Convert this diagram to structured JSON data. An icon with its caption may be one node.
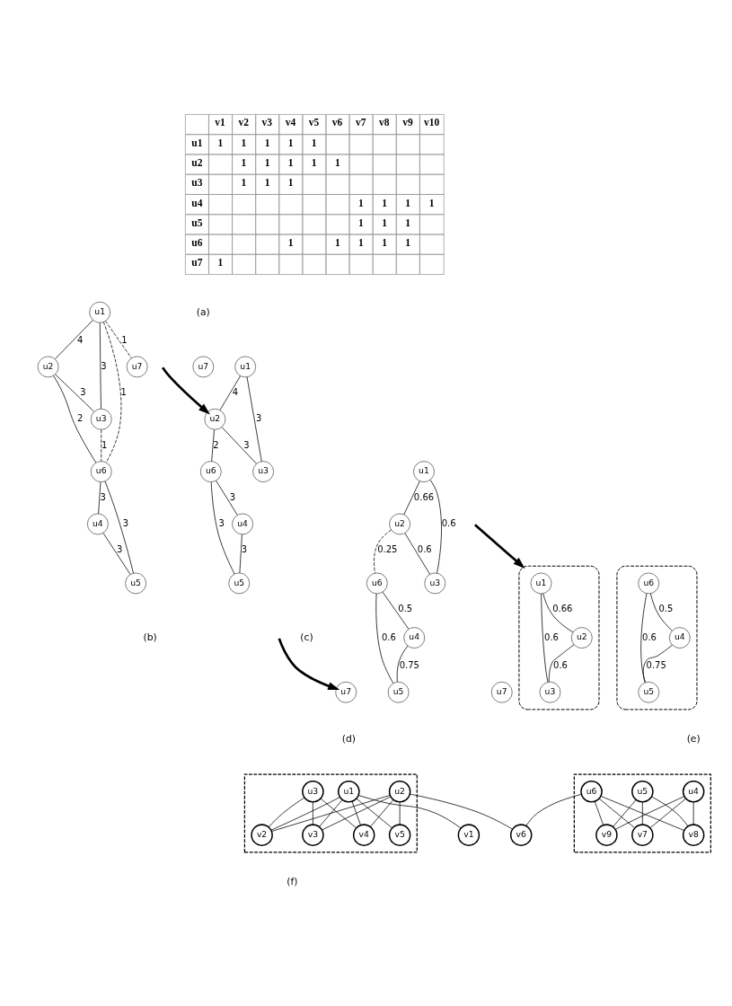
{
  "diagram": {
    "nodes": [
      {
        "text": [
          "u7"
        ]
      },
      {
        "text": [
          "u1"
        ]
      },
      {
        "text": [
          "u4"
        ]
      },
      {
        "text": [
          "u2"
        ]
      },
      {
        "text": [
          "u6"
        ]
      },
      {
        "text": [
          "u3"
        ]
      },
      {
        "text": [
          "u5"
        ]
      },
      {
        "text": [
          "u7"
        ]
      },
      {
        "text": [
          "u1"
        ]
      },
      {
        "text": [
          "u4"
        ]
      },
      {
        "text": [
          "u2"
        ]
      },
      {
        "text": [
          "u6"
        ]
      },
      {
        "text": [
          "u3"
        ]
      },
      {
        "text": [
          "u5"
        ]
      },
      {
        "text": [
          "u7"
        ]
      },
      {
        "text": [
          "u1"
        ]
      },
      {
        "text": [
          "u4"
        ]
      },
      {
        "text": [
          "u2"
        ]
      },
      {
        "text": [
          "u6"
        ]
      },
      {
        "text": [
          "u3"
        ]
      },
      {
        "text": [
          "u5"
        ]
      },
      {
        "text": [],
        "shape": "cloud"
      },
      {
        "text": [
          "u1"
        ],
        "in": 21
      },
      {
        "text": [
          "u7"
        ]
      },
      {
        "text": [],
        "shape": "cloud"
      },
      {
        "text": [
          "u4"
        ],
        "in": 24
      },
      {
        "text": [
          "u2"
        ],
        "in": 21
      },
      {
        "text": [
          "u6"
        ],
        "in": 24
      },
      {
        "text": [
          "u3"
        ],
        "in": 21
      },
      {
        "text": [
          "u5"
        ],
        "in": 24
      },
      {
        "text": [],
        "shape": "box"
      },
      {
        "text": [
          "u1"
        ],
        "in": 30
      },
      {
        "text": [
          "u2"
        ],
        "in": 30
      },
      {
        "text": [
          "u3"
        ],
        "in": 30
      },
      {
        "text": [],
        "shape": "box"
      },
      {
        "text": [
          "u4"
        ],
        "in": 34
      },
      {
        "text": [
          "u5"
        ],
        "in": 34
      },
      {
        "text": [
          "u6"
        ],
        "in": 34
      },
      {
        "text": [
          "v1"
        ]
      },
      {
        "text": [
          "v5"
        ],
        "in": 30
      },
      {
        "text": [
          "v2"
        ],
        "in": 30
      },
      {
        "text": [
          "v3"
        ],
        "in": 30
      },
      {
        "text": [
          "v4"
        ],
        "in": 30
      },
      {
        "text": [
          "v6"
        ]
      },
      {
        "text": [
          "v7"
        ],
        "in": 34
      },
      {
        "text": [
          "v8"
        ],
        "in": 34
      },
      {
        "text": [
          "v9"
        ],
        "in": 34
      }
    ],
    "edges": [
      {
        "from": 1,
        "to": 0,
        "arrow": "none",
        "label": "1",
        "style": "dashed"
      },
      {
        "from": 1,
        "to": 3,
        "arrow": "none",
        "label": "4"
      },
      {
        "from": 1,
        "to": 5,
        "arrow": "none",
        "label": "3"
      },
      {
        "from": 1,
        "to": 4,
        "arrow": "none",
        "label": "1",
        "style": "dashed"
      },
      {
        "from": 3,
        "to": 4,
        "arrow": "none",
        "label": "2"
      },
      {
        "from": 3,
        "to": 5,
        "arrow": "none",
        "label": "3"
      },
      {
        "from": 5,
        "to": 4,
        "arrow": "none",
        "label": "1",
        "style": "dashed"
      },
      {
        "from": 4,
        "to": 2,
        "arrow": "none",
        "label": "3"
      },
      {
        "from": 2,
        "to": 6,
        "arrow": "none",
        "label": "3"
      },
      {
        "from": 4,
        "to": 6,
        "arrow": "none",
        "label": "3"
      },
      {
        "from": null,
        "to": 10,
        "arrow": "to",
        "style": "thick"
      },
      {
        "from": 8,
        "to": 10,
        "arrow": "none",
        "label": "4"
      },
      {
        "from": 8,
        "to": 12,
        "arrow": "none",
        "label": "3"
      },
      {
        "from": 10,
        "to": 11,
        "arrow": "none",
        "label": "2"
      },
      {
        "from": 10,
        "to": 12,
        "arrow": "none",
        "label": "3"
      },
      {
        "from": 11,
        "to": 9,
        "arrow": "none",
        "label": "3"
      },
      {
        "from": 9,
        "to": 13,
        "arrow": "none",
        "label": "3"
      },
      {
        "from": 11,
        "to": 13,
        "arrow": "none",
        "label": "3"
      },
      {
        "from": null,
        "to": 14,
        "arrow": "to",
        "style": "thick"
      },
      {
        "from": 15,
        "to": 17,
        "arrow": "none",
        "label": "0.66"
      },
      {
        "from": 15,
        "to": 19,
        "arrow": "none",
        "label": "0.6"
      },
      {
        "from": 17,
        "to": 18,
        "arrow": "none",
        "label": "0.25",
        "style": "dashed"
      },
      {
        "from": 17,
        "to": 19,
        "arrow": "none",
        "label": "0.6"
      },
      {
        "from": 18,
        "to": 16,
        "arrow": "none",
        "label": "0.5"
      },
      {
        "from": 16,
        "to": 20,
        "arrow": "none",
        "label": "0.75"
      },
      {
        "from": 18,
        "to": 20,
        "arrow": "none",
        "label": "0.6"
      },
      {
        "from": null,
        "to": 21,
        "arrow": "to",
        "style": "thick"
      },
      {
        "from": 22,
        "to": 26,
        "arrow": "none",
        "label": "0.66"
      },
      {
        "from": 22,
        "to": 28,
        "arrow": "none",
        "label": "0.6"
      },
      {
        "from": 26,
        "to": 28,
        "arrow": "none",
        "label": "0.6"
      },
      {
        "from": 27,
        "to": 25,
        "arrow": "none",
        "label": "0.5"
      },
      {
        "from": 25,
        "to": 29,
        "arrow": "none",
        "label": "0.75"
      },
      {
        "from": 27,
        "to": 29,
        "arrow": "none",
        "label": "0.6"
      },
      {
        "from": 31,
        "to": 38,
        "arrow": "none"
      },
      {
        "from": 31,
        "to": 39,
        "arrow": "none"
      },
      {
        "from": 31,
        "to": 40,
        "arrow": "none"
      },
      {
        "from": 31,
        "to": 41,
        "arrow": "none"
      },
      {
        "from": 31,
        "to": 42,
        "arrow": "none"
      },
      {
        "from": 32,
        "to": 39,
        "arrow": "none"
      },
      {
        "from": 32,
        "to": 40,
        "arrow": "none"
      },
      {
        "from": 32,
        "to": 41,
        "arrow": "none"
      },
      {
        "from": 32,
        "to": 42,
        "arrow": "none"
      },
      {
        "from": 32,
        "to": 43,
        "arrow": "none"
      },
      {
        "from": 33,
        "to": 40,
        "arrow": "none"
      },
      {
        "from": 33,
        "to": 41,
        "arrow": "none"
      },
      {
        "from": 33,
        "to": 42,
        "arrow": "none"
      },
      {
        "from": 35,
        "to": 44,
        "arrow": "none"
      },
      {
        "from": 35,
        "to": 45,
        "arrow": "none"
      },
      {
        "from": 35,
        "to": 46,
        "arrow": "none"
      },
      {
        "from": 36,
        "to": 44,
        "arrow": "none"
      },
      {
        "from": 36,
        "to": 45,
        "arrow": "none"
      },
      {
        "from": 36,
        "to": 46,
        "arrow": "none"
      },
      {
        "from": 37,
        "to": 43,
        "arrow": "none"
      },
      {
        "from": 37,
        "to": 44,
        "arrow": "none"
      },
      {
        "from": 37,
        "to": 45,
        "arrow": "none"
      },
      {
        "from": 37,
        "to": 46,
        "arrow": "none"
      }
    ],
    "labels": [
      "v1",
      "v2",
      "v3",
      "v4",
      "v5",
      "v6",
      "v7",
      "v8",
      "v9",
      "v10",
      "u1",
      "1",
      "1",
      "1",
      "1",
      "1",
      "u2",
      "1",
      "1",
      "1",
      "1",
      "1",
      "u3",
      "1",
      "1",
      "1",
      "u4",
      "1",
      "1",
      "1",
      "1",
      "u5",
      "1",
      "1",
      "1",
      "u6",
      "1",
      "1",
      "1",
      "1",
      "1",
      "u7",
      "1",
      "(a)",
      "(b)",
      "(c)",
      "(d)",
      "(e)",
      "(f)"
    ]
  }
}
